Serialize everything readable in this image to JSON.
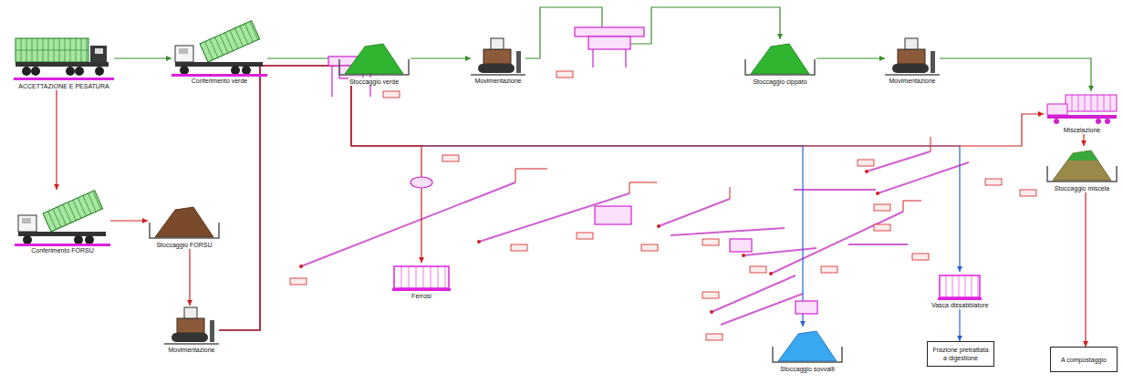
{
  "diagram": {
    "nodes": [
      {
        "text": [
          "ACCETTAZIONE E PESATURA"
        ]
      },
      {
        "text": [
          "Conferimento verde"
        ]
      },
      {
        "text": [
          "Stoccaggio verde"
        ]
      },
      {
        "text": [
          "Movimentazione"
        ]
      },
      {
        "text": [
          "Stoccaggio cippato"
        ]
      },
      {
        "text": [
          "Movimentazione"
        ]
      },
      {
        "text": [
          "Miscelazione"
        ]
      },
      {
        "text": [
          "Stoccaggio miscela"
        ]
      },
      {
        "text": [
          "A compostaggio"
        ]
      },
      {
        "text": [
          "Conferimento FORSU"
        ]
      },
      {
        "text": [
          "Stoccaggio FORSU"
        ]
      },
      {
        "text": [
          "Movimentazione"
        ]
      },
      {
        "text": [
          "Ferrosi"
        ]
      },
      {
        "text": [
          "Stoccaggio sovvalli"
        ]
      },
      {
        "text": [
          "Vasca dissabbiatore"
        ]
      },
      {
        "text": [
          "Frazione pretrattata a digestione"
        ]
      }
    ],
    "edges": [
      {
        "from": 0,
        "to": 1,
        "arrow": "to"
      },
      {
        "from": 1,
        "to": 2,
        "arrow": "to"
      },
      {
        "from": 2,
        "to": 3,
        "arrow": "to"
      },
      {
        "from": 3,
        "to": 4,
        "arrow": "to"
      },
      {
        "from": 4,
        "to": 5,
        "arrow": "to"
      },
      {
        "from": 5,
        "to": 6,
        "arrow": "to"
      },
      {
        "from": 6,
        "to": 7,
        "arrow": "to"
      },
      {
        "from": 7,
        "to": 8,
        "arrow": "to"
      },
      {
        "from": 0,
        "to": 9,
        "arrow": "to"
      },
      {
        "from": 9,
        "to": 10,
        "arrow": "to"
      },
      {
        "from": 10,
        "to": 11,
        "arrow": "to"
      },
      {
        "from": 11,
        "to": 13,
        "arrow": "to"
      },
      {
        "from": 11,
        "to": 14,
        "arrow": "to"
      },
      {
        "from": 11,
        "to": 12,
        "arrow": "to"
      },
      {
        "from": 11,
        "to": 6,
        "arrow": "to"
      },
      {
        "from": 14,
        "to": 15,
        "arrow": "to"
      }
    ]
  }
}
